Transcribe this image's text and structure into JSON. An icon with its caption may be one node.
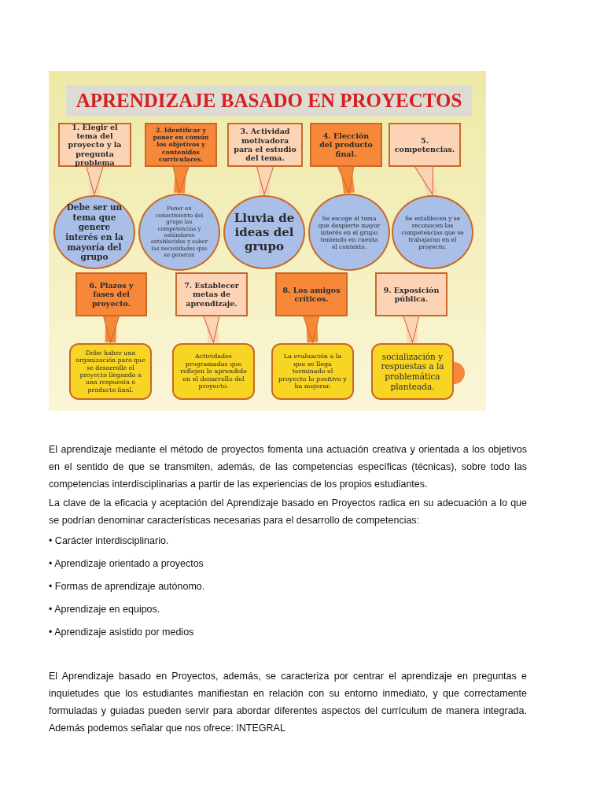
{
  "diagram": {
    "title": "APRENDIZAJE BASADO EN PROYECTOS",
    "nodes": [
      {
        "text": [
          "1. Elegir el tema del proyecto y la pregunta problema"
        ]
      },
      {
        "text": [
          "2. Identificar y poner en común los objetivos y contenidos curriculares."
        ]
      },
      {
        "text": [
          "3. Actividad motivadora para el estudio del tema."
        ]
      },
      {
        "text": [
          "4. Elección del producto final."
        ]
      },
      {
        "text": [
          "5. competencias."
        ]
      },
      {
        "text": [
          "Debe ser un tema que genere interés en la mayoría del grupo"
        ]
      },
      {
        "text": [
          "Poner en conocimiento del grupo las competencias y estándares establecidos y saber las necesidades que se generan"
        ]
      },
      {
        "text": [
          "Lluvia de ideas del grupo"
        ]
      },
      {
        "text": [
          "Se escoge el tema que despierte mayor interés en el grupo teniendo en cuenta el contexto."
        ]
      },
      {
        "text": [
          "Se establecen y se reconocen las competencias que se trabajaran en el proyecto."
        ]
      },
      {
        "text": [
          "6. Plazos y fases del proyecto."
        ]
      },
      {
        "text": [
          "7. Establecer metas de aprendizaje."
        ]
      },
      {
        "text": [
          "8. Los amigos críticos."
        ]
      },
      {
        "text": [
          "9. Exposición pública."
        ]
      },
      {
        "text": [
          "Debe haber una organización para que se desarrolle el proyecto llegando a una respuesta o producto final."
        ]
      },
      {
        "text": [
          "Actividades programadas que reflejen lo aprendido en el desarrollo del proyecto."
        ]
      },
      {
        "text": [
          "La evaluación a la que se llega terminado el proyecto lo positivo y ha mejorar."
        ]
      },
      {
        "text": [
          "socialización y respuestas a la problemática planteada."
        ]
      }
    ],
    "edges": [
      {
        "from": 0,
        "to": 5,
        "arrow": "to"
      },
      {
        "from": 1,
        "to": 6,
        "arrow": "to",
        "color": "#f7883a"
      },
      {
        "from": 2,
        "to": 7,
        "arrow": "to"
      },
      {
        "from": 3,
        "to": 8,
        "arrow": "to",
        "color": "#f7883a"
      },
      {
        "from": 4,
        "to": 9,
        "arrow": "to"
      },
      {
        "from": 10,
        "to": 14,
        "arrow": "to",
        "color": "#f7883a"
      },
      {
        "from": 11,
        "to": 15,
        "arrow": "to"
      },
      {
        "from": 12,
        "to": 16,
        "arrow": "to",
        "color": "#f7883a"
      },
      {
        "from": 13,
        "to": 17,
        "arrow": "to"
      }
    ],
    "labels": [
      "El aprendizaje mediante el método de proyectos fomenta una actuación creativa y orientada a los objetivos en el sentido de que se transmiten, además, de las competencias específicas (técnicas), sobre todo las competencias interdisciplinarias a partir de las experiencias de los propios estudiantes.",
      "La clave de la eficacia y aceptación del Aprendizaje basado en Proyectos radica en su adecuación a lo que se podrían denominar características necesarias para el desarrollo de competencias:",
      "• Carácter interdisciplinario.",
      "• Aprendizaje orientado a proyectos",
      "• Formas de aprendizaje autónomo.",
      "• Aprendizaje en equipos.",
      "• Aprendizaje asistido por medios",
      "El Aprendizaje basado en Proyectos, además, se caracteriza por centrar el aprendizaje en preguntas e inquietudes que los estudiantes manifiestan en relación con su entorno inmediato, y que correctamente formuladas y guiadas pueden servir para abordar diferentes aspectos del currículum de manera integrada. Además podemos señalar que nos ofrece: INTEGRAL"
    ]
  }
}
